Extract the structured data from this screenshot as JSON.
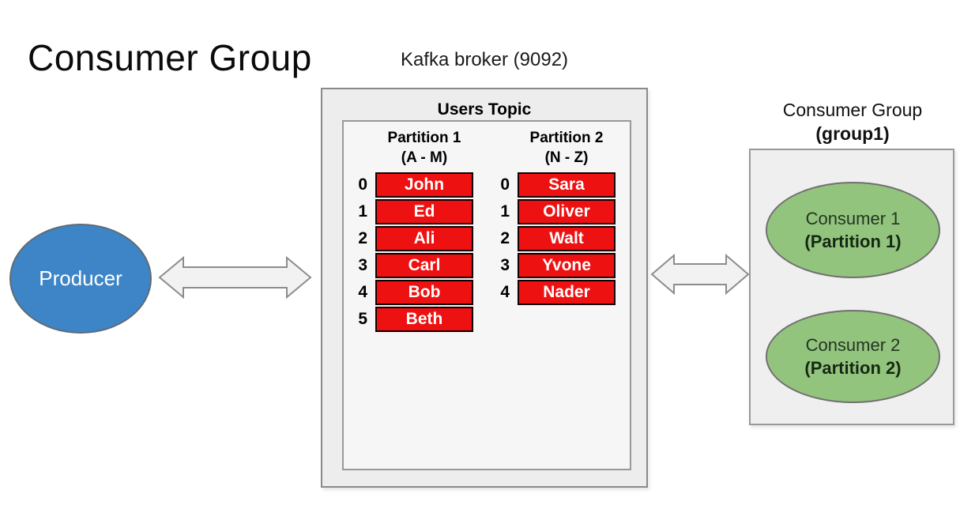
{
  "title": "Consumer Group",
  "broker": {
    "label": "Kafka broker (9092)",
    "topic_title": "Users Topic",
    "partitions": [
      {
        "name": "Partition 1",
        "range": "(A - M)",
        "rows": [
          {
            "index": "0",
            "name": "John"
          },
          {
            "index": "1",
            "name": "Ed"
          },
          {
            "index": "2",
            "name": "Ali"
          },
          {
            "index": "3",
            "name": "Carl"
          },
          {
            "index": "4",
            "name": "Bob"
          },
          {
            "index": "5",
            "name": "Beth"
          }
        ]
      },
      {
        "name": "Partition 2",
        "range": "(N - Z)",
        "rows": [
          {
            "index": "0",
            "name": "Sara"
          },
          {
            "index": "1",
            "name": "Oliver"
          },
          {
            "index": "2",
            "name": "Walt"
          },
          {
            "index": "3",
            "name": "Yvone"
          },
          {
            "index": "4",
            "name": "Nader"
          }
        ]
      }
    ]
  },
  "producer": {
    "label": "Producer"
  },
  "consumer_group": {
    "title": "Consumer Group",
    "subtitle": "(group1)",
    "consumers": [
      {
        "name": "Consumer 1",
        "assignment": "(Partition 1)"
      },
      {
        "name": "Consumer 2",
        "assignment": "(Partition 2)"
      }
    ]
  },
  "colors": {
    "producer_fill": "#3d85c6",
    "consumer_fill": "#93c47d",
    "message_cell_fill": "#ee1111",
    "box_fill": "#ededed",
    "inner_box_fill": "#f6f6f6",
    "arrow_fill": "#f2f2f2",
    "arrow_stroke": "#8c8c8c",
    "cell_text": "#ffffff"
  }
}
